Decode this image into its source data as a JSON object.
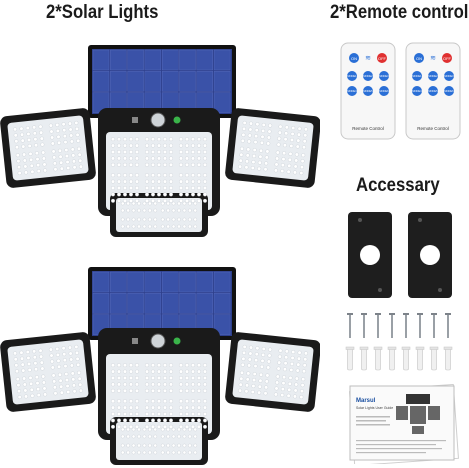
{
  "headings": {
    "solar_lights": "2*Solar Lights",
    "remote_control": "2*Remote control",
    "accessory": "Accessary"
  },
  "remote": {
    "button_top_left": "ON",
    "button_top_right": "OFF",
    "button_row2": [
      "MODE1",
      "MODE2",
      "MODE3"
    ],
    "button_row3": [
      "MODE4",
      "MODE5",
      "MODE6"
    ],
    "caption": "Remote Control"
  },
  "manual": {
    "brand": "Marsul",
    "subtitle": "Solar Lights User Guide"
  },
  "colors": {
    "panel_blue": "#2d3f8c",
    "panel_cell": "#3a52a8",
    "housing": "#1a1a1a",
    "led_white": "#f4f6f8",
    "remote_body": "#f7f7f7",
    "btn_blue": "#2a6fd6",
    "btn_red": "#e03030",
    "plate": "#1e1e1e"
  }
}
